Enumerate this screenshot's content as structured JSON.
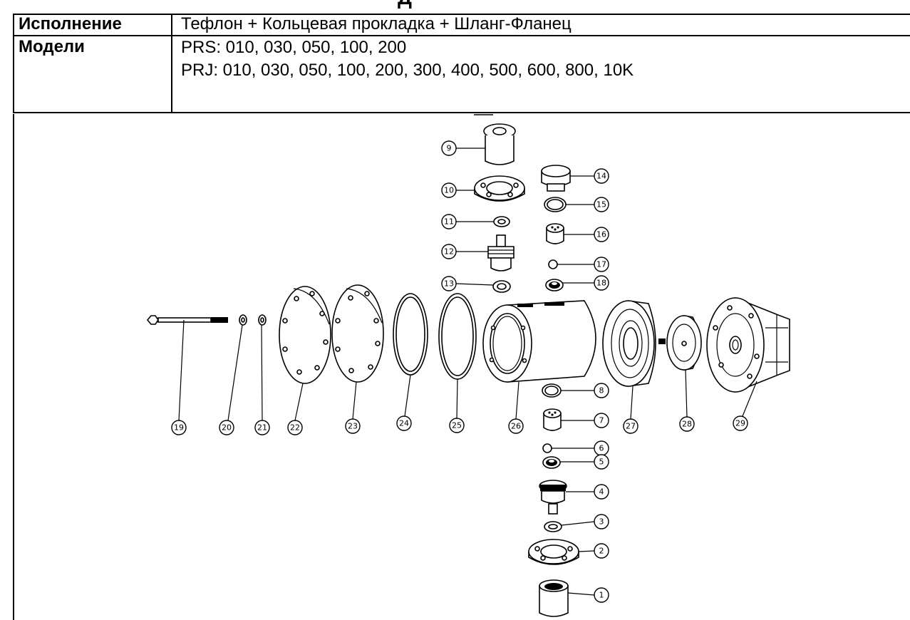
{
  "document": {
    "title_fragment": "Д"
  },
  "table": {
    "row1": {
      "label": "Исполнение",
      "value": "Тефлон + Кольцевая прокладка + Шланг-Фланец"
    },
    "row2": {
      "label": "Модели",
      "line1": "PRS: 010, 030, 050, 100, 200",
      "line2": "PRJ: 010, 030, 050, 100, 200, 300, 400, 500, 600, 800, 10K"
    }
  },
  "callouts": [
    "1",
    "2",
    "3",
    "4",
    "5",
    "6",
    "7",
    "8",
    "9",
    "10",
    "11",
    "12",
    "13",
    "14",
    "15",
    "16",
    "17",
    "18",
    "19",
    "20",
    "21",
    "22",
    "23",
    "24",
    "25",
    "26",
    "27",
    "28",
    "29"
  ]
}
